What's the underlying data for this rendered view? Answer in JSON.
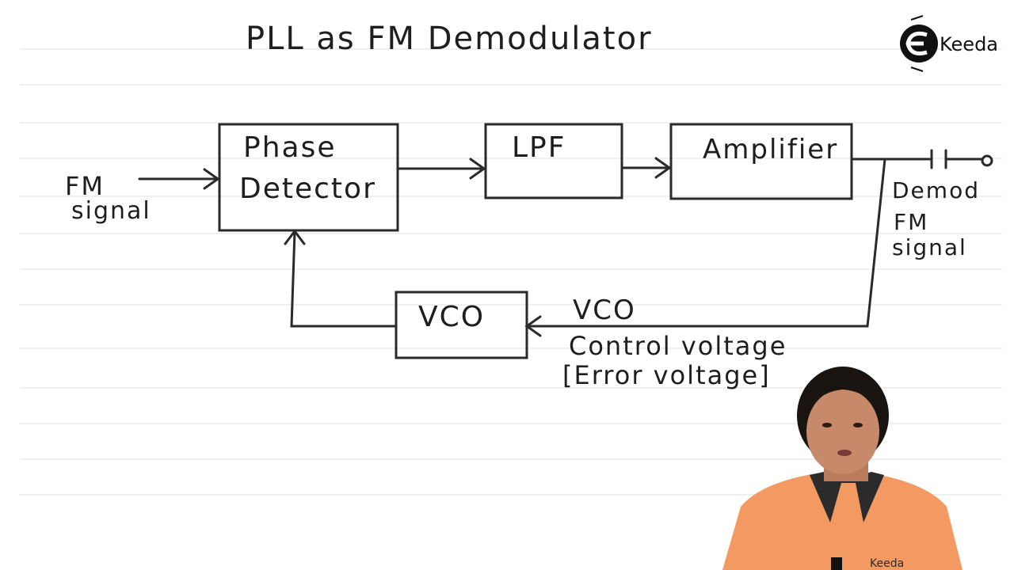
{
  "title": "PLL as FM Demodulator",
  "logo": {
    "text": "Keeda"
  },
  "blocks": {
    "phase_detector": {
      "line1": "Phase",
      "line2": "Detector"
    },
    "lpf": "LPF",
    "amplifier": "Amplifier",
    "vco": "VCO"
  },
  "labels": {
    "input_line1": "FM",
    "input_line2": "signal",
    "output_line1": "Demod",
    "output_line2": "FM",
    "output_line3": "signal",
    "feedback_line1": "VCO",
    "feedback_line2": "Control voltage",
    "feedback_line3": "[Error voltage]"
  },
  "presenter": {
    "shirt_logo": "Keeda"
  },
  "colors": {
    "ink": "#1e1e1e",
    "shirt": "#f39a62",
    "collar": "#2b2b2b",
    "hair": "#1a1410",
    "skin": "#c68a6a"
  }
}
